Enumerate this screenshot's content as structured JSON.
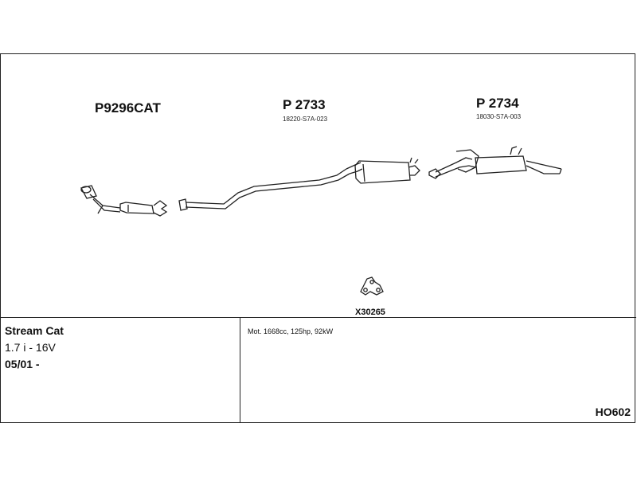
{
  "parts": {
    "front": {
      "code": "P9296CAT"
    },
    "middle": {
      "code": "P 2733",
      "oem": "18220-S7A-023"
    },
    "rear": {
      "code": "P 2734",
      "oem": "18030-S7A-003"
    },
    "gasket": {
      "code": "X30265"
    }
  },
  "vehicle": {
    "model": "Stream Cat",
    "engine": "1.7 i - 16V",
    "date": "05/01 -"
  },
  "spec": "Mot. 1668cc, 125hp, 92kW",
  "reference": "HO602"
}
